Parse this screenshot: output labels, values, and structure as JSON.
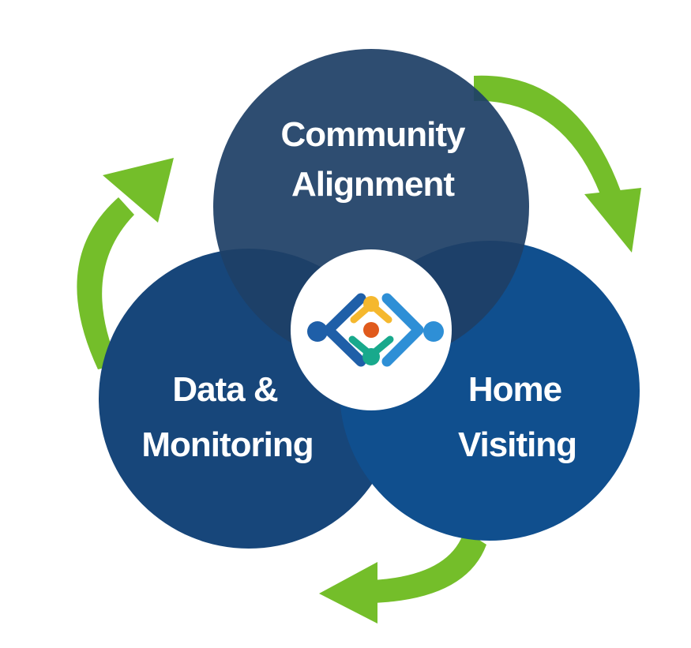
{
  "colors": {
    "arrow": "#74be2a",
    "circle_top": "#1e3f66",
    "circle_left": "#17467a",
    "circle_right": "#104f8e",
    "center_bg": "#ffffff",
    "logo_blue": "#1f5fa8",
    "logo_light_blue": "#2e8fd6",
    "logo_yellow": "#f5b82e",
    "logo_teal": "#18a98c",
    "logo_orange": "#e05a1c"
  },
  "circles": {
    "top": {
      "line1": "Community",
      "line2": "Alignment"
    },
    "left": {
      "line1": "Data &",
      "line2": "Monitoring"
    },
    "right": {
      "line1": "Home",
      "line2": "Visiting"
    }
  },
  "icons": {
    "center_logo": "community-logo-icon",
    "arrows": [
      "cycle-arrow-top-right",
      "cycle-arrow-bottom",
      "cycle-arrow-left"
    ]
  }
}
